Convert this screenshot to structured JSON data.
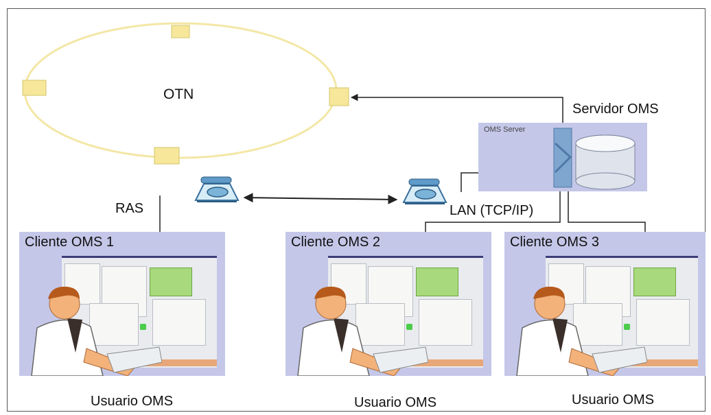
{
  "network": {
    "ring_label": "OTN"
  },
  "server": {
    "label": "Servidor OMS",
    "box_caption": "OMS Server"
  },
  "links": {
    "ras_label": "RAS",
    "lan_label": "LAN (TCP/IP)"
  },
  "clients": [
    {
      "title": "Cliente OMS 1",
      "user_label": "Usuario OMS"
    },
    {
      "title": "Cliente OMS 2",
      "user_label": "Usuario OMS"
    },
    {
      "title": "Cliente OMS 3",
      "user_label": "Usuario OMS"
    }
  ],
  "colors": {
    "ring": "#f3e7a6",
    "node": "#f6e79a",
    "panel": "#c4c7e8",
    "link": "#222222",
    "screen_accent": "#3c3c7a"
  }
}
